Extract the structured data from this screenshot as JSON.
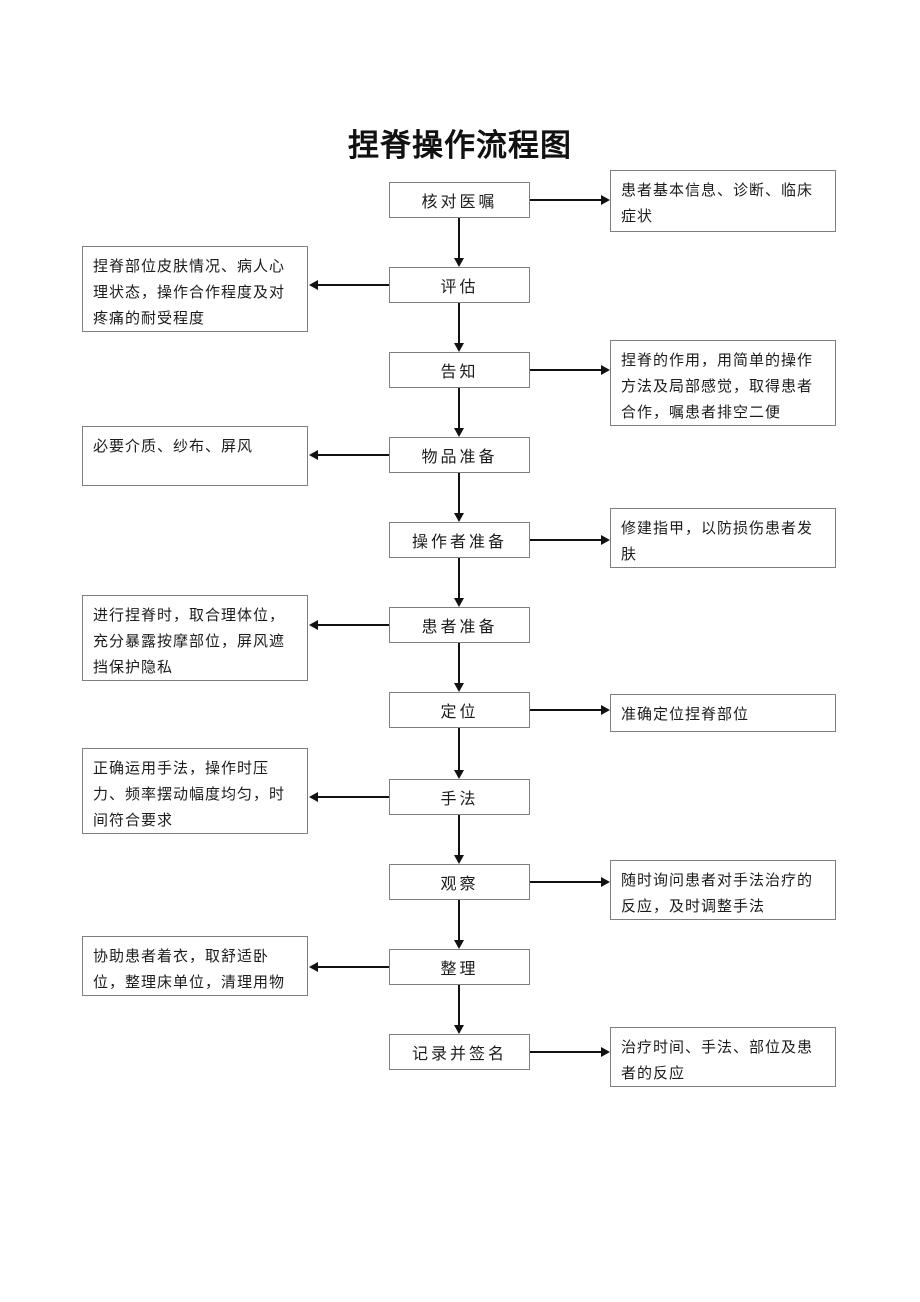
{
  "title": "捏脊操作流程图",
  "steps": [
    "核对医嘱",
    "评估",
    "告知",
    "物品准备",
    "操作者准备",
    "患者准备",
    "定位",
    "手法",
    "观察",
    "整理",
    "记录并签名"
  ],
  "left_notes": [
    "捏脊部位皮肤情况、病人心理状态，操作合作程度及对疼痛的耐受程度",
    "必要介质、纱布、屏风",
    "进行捏脊时，取合理体位，充分暴露按摩部位，屏风遮挡保护隐私",
    "正确运用手法，操作时压力、频率摆动幅度均匀，时间符合要求",
    "协助患者着衣，取舒适卧位，整理床单位，清理用物"
  ],
  "right_notes": [
    "患者基本信息、诊断、临床症状",
    "捏脊的作用，用简单的操作方法及局部感觉，取得患者合作，嘱患者排空二便",
    "修建指甲，以防损伤患者发肤",
    "准确定位捏脊部位",
    "随时询问患者对手法治疗的反应，及时调整手法",
    "治疗时间、手法、部位及患者的反应"
  ]
}
